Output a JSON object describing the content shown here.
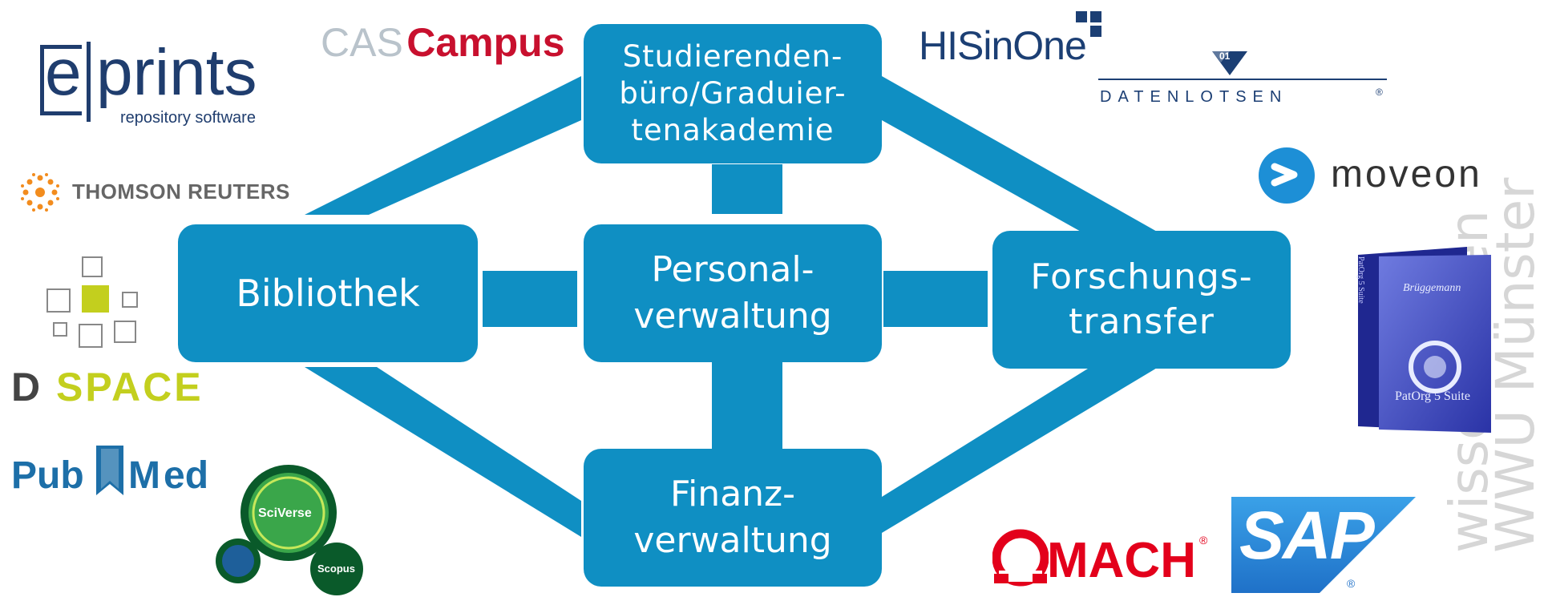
{
  "diagram": {
    "nodes": {
      "top": {
        "lines": [
          "Studierenden-",
          "büro/Graduier-",
          "tenakademie"
        ]
      },
      "left": {
        "lines": [
          "Bibliothek"
        ]
      },
      "center": {
        "lines": [
          "Personal-",
          "verwaltung"
        ]
      },
      "right": {
        "lines": [
          "Forschungs-",
          "transfer"
        ]
      },
      "bottom": {
        "lines": [
          "Finanz-",
          "verwaltung"
        ]
      }
    },
    "connector_color": "#0f8fc3"
  },
  "logos": {
    "eprints": {
      "e": "e",
      "prints": "prints",
      "tagline": "repository software"
    },
    "cas_campus": {
      "cas": "CAS",
      "campus": "Campus"
    },
    "thomson_reuters": "THOMSON REUTERS",
    "dspace": {
      "d": "D",
      "space": "SPACE"
    },
    "pubmed": {
      "pub": "Pub",
      "m": "M",
      "ed": "ed"
    },
    "sciverse": "SciVerse",
    "scopus": "Scopus",
    "hisinone": "HISinOne",
    "datenlotsen": {
      "name": "DATENLOTSEN",
      "reg": "®",
      "flag_text": "01"
    },
    "moveon": "moveon",
    "patorg": {
      "title": "PatOrg 5 Suite",
      "brand": "Brüggemann",
      "side": "PatOrg 5 Suite"
    },
    "wwu": {
      "front": "wissen.leben",
      "back": "WWU Münster"
    },
    "omach": {
      "name": "MACH",
      "reg": "®"
    },
    "sap": {
      "name": "SAP",
      "reg": "®"
    }
  },
  "colors": {
    "accent_blue": "#0f8fc3",
    "cas_red": "#c8102e",
    "eprints_navy": "#1f3d6e",
    "dspace_yellow": "#c3cf1e",
    "pubmed_blue": "#1d6fa8",
    "omach_red": "#e3001b",
    "sap_blue": "#1f71c8",
    "wwu_grey": "#d6d6d6"
  }
}
